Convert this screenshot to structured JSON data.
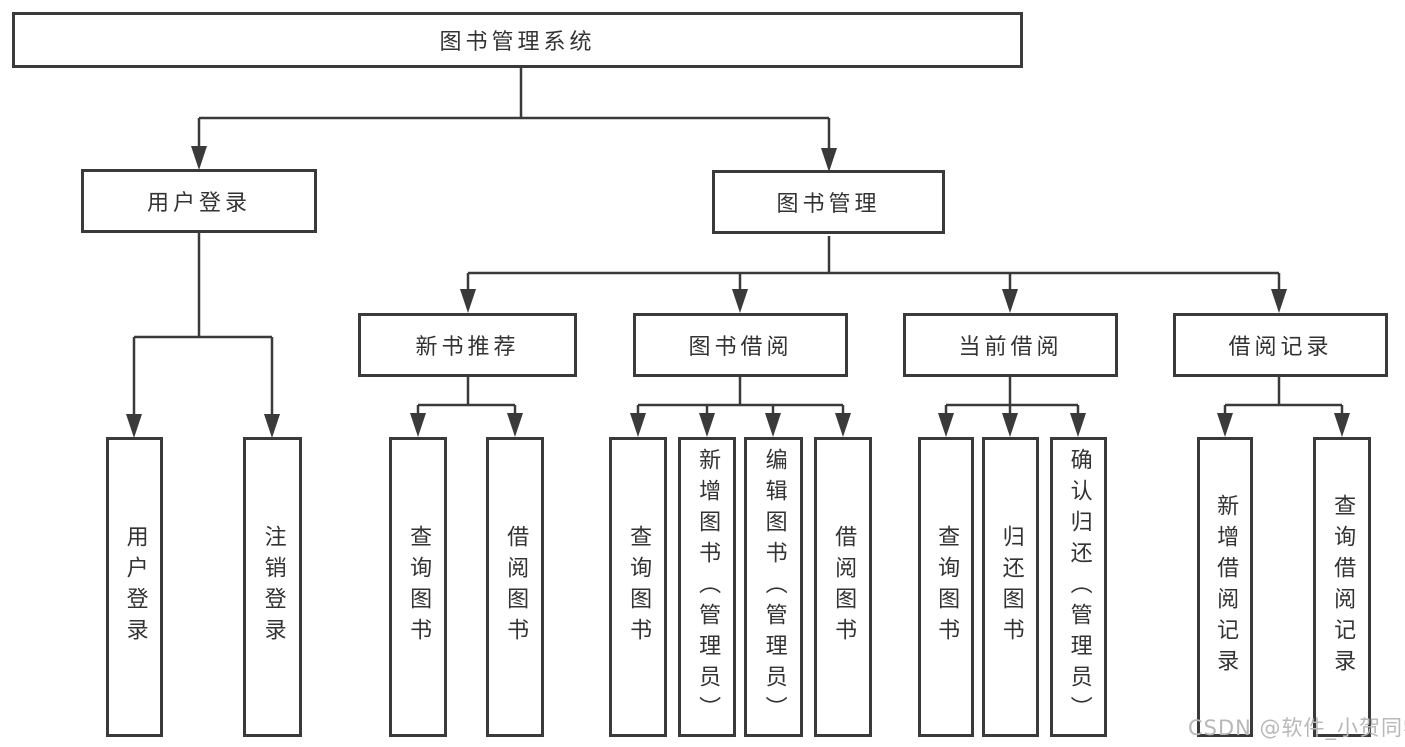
{
  "watermark": "CSDN @软件_小贺同学",
  "colors": {
    "line": "#3a3a3a",
    "box_border": "#3a3a3a",
    "text": "#333333",
    "background": "#ffffff",
    "watermark_text": "#b8b8b8"
  },
  "tree": {
    "root": "图书管理系统",
    "branches": [
      {
        "label": "用户登录",
        "children": [
          {
            "label": "用户登录"
          },
          {
            "label": "注销登录"
          }
        ]
      },
      {
        "label": "图书管理",
        "sections": [
          {
            "label": "新书推荐",
            "children": [
              {
                "label": "查询图书"
              },
              {
                "label": "借阅图书"
              }
            ]
          },
          {
            "label": "图书借阅",
            "children": [
              {
                "label": "查询图书"
              },
              {
                "label": "新增图书（管理员）"
              },
              {
                "label": "编辑图书（管理员）"
              },
              {
                "label": "借阅图书"
              }
            ]
          },
          {
            "label": "当前借阅",
            "children": [
              {
                "label": "查询图书"
              },
              {
                "label": "归还图书"
              },
              {
                "label": "确认归还（管理员）"
              }
            ]
          },
          {
            "label": "借阅记录",
            "children": [
              {
                "label": "新增借阅记录"
              },
              {
                "label": "查询借阅记录"
              }
            ]
          }
        ]
      }
    ]
  }
}
